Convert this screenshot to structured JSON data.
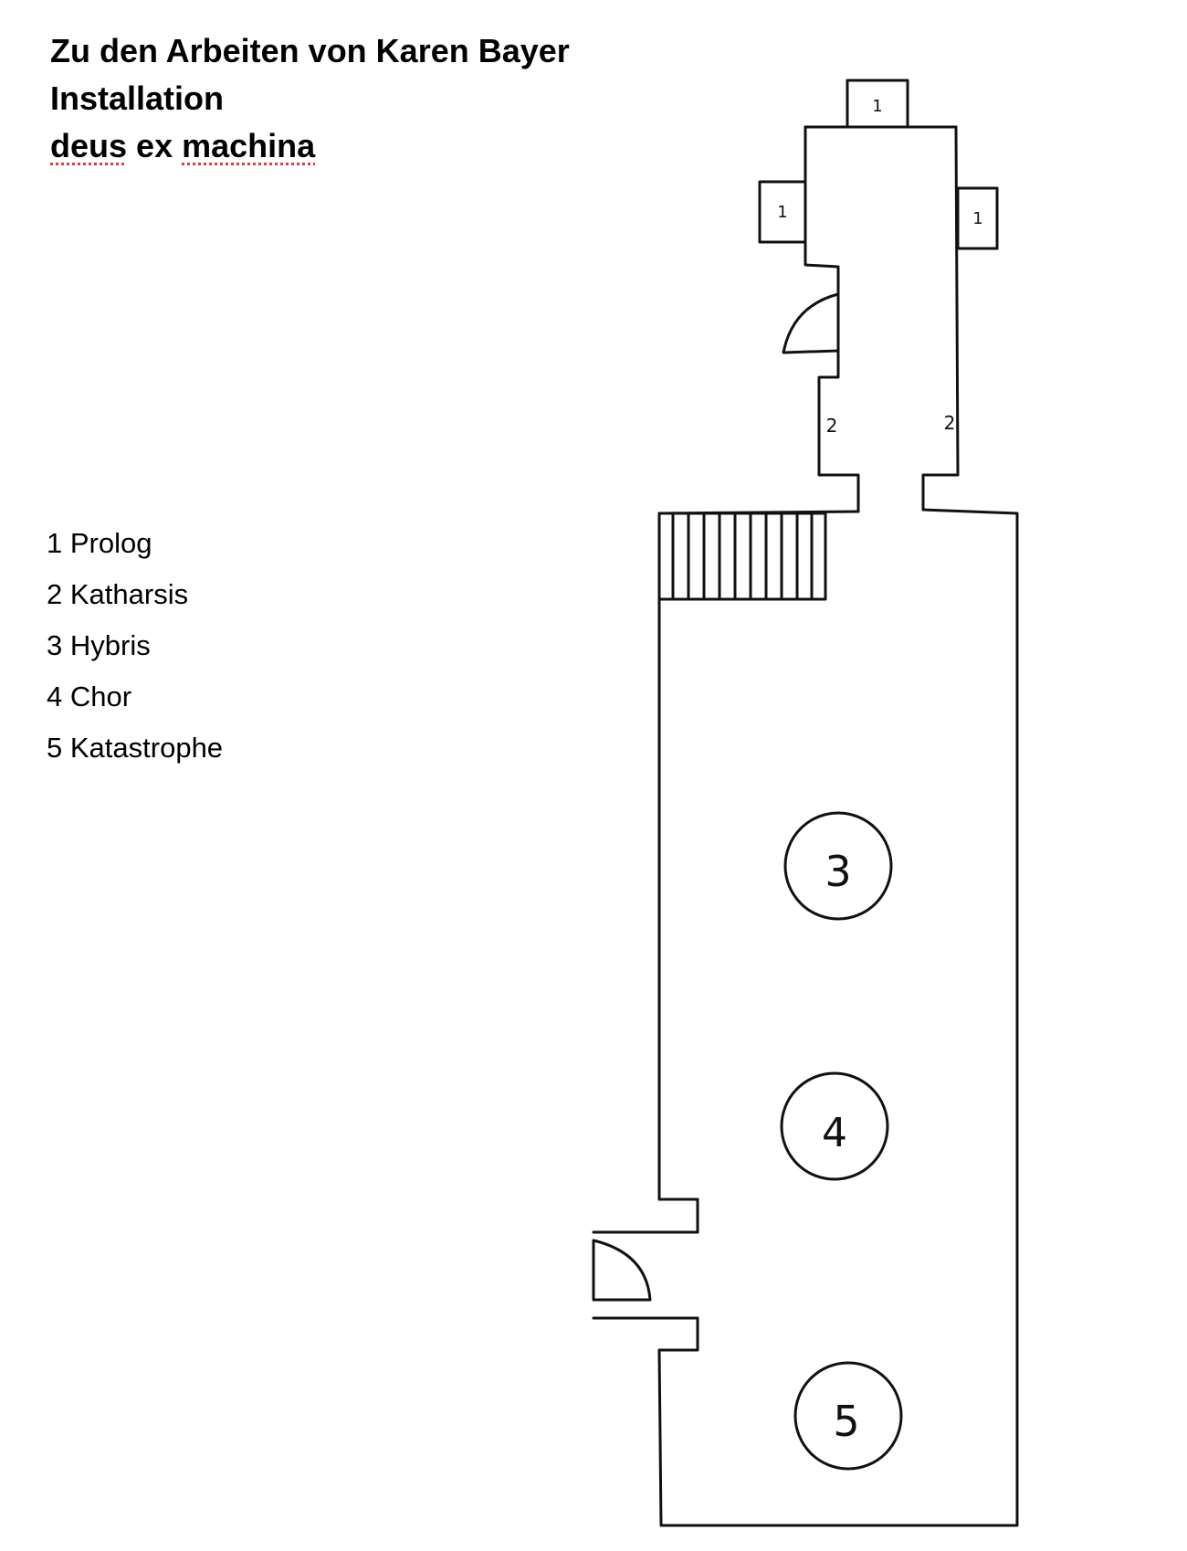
{
  "title": {
    "line1": "Zu den Arbeiten von Karen Bayer",
    "line2": "Installation",
    "line3_word1": "deus",
    "line3_word2": "ex",
    "line3_word3": "machina"
  },
  "legend": [
    {
      "number": "1",
      "name": "Prolog"
    },
    {
      "number": "2",
      "name": "Katharsis"
    },
    {
      "number": "3",
      "name": "Hybris"
    },
    {
      "number": "4",
      "name": "Chor"
    },
    {
      "number": "5",
      "name": "Katastrophe"
    }
  ],
  "plan": {
    "marker_1": "1",
    "marker_2": "2",
    "station_3": "3",
    "station_4": "4",
    "station_5": "5"
  },
  "colors": {
    "ink": "#111111",
    "spellcheck": "#e53935"
  }
}
